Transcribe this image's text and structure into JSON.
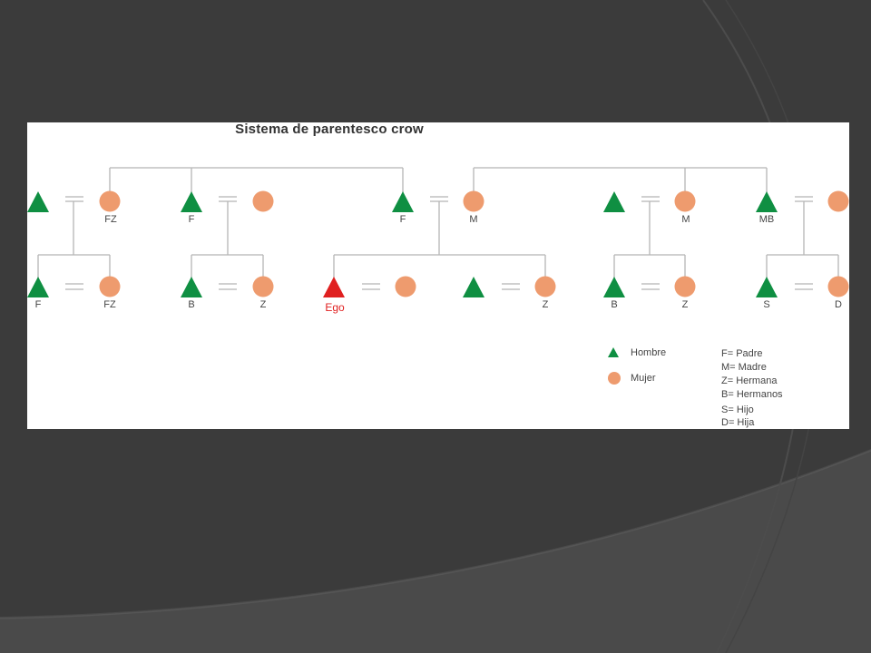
{
  "title": "Sistema de parentesco crow",
  "colors": {
    "male": "#0f8f42",
    "female": "#ee9b6e",
    "ego": "#e02020",
    "line": "#b5b5b5",
    "slide_dark": "#3b3b3b",
    "slide_light": "#4a4a4a"
  },
  "labels": {
    "row1": [
      "FZ",
      "F",
      "F",
      "M",
      "M",
      "MB"
    ],
    "row2": [
      "F",
      "FZ",
      "B",
      "Z",
      "Ego",
      "Z",
      "B",
      "Z",
      "S",
      "D"
    ]
  },
  "legend": {
    "male": "Hombre",
    "female": "Mujer"
  },
  "abbreviations": [
    "F= Padre",
    "M= Madre",
    "Z= Hermana",
    "B= Hermanos",
    "S= Hijo",
    "D= Hija"
  ]
}
